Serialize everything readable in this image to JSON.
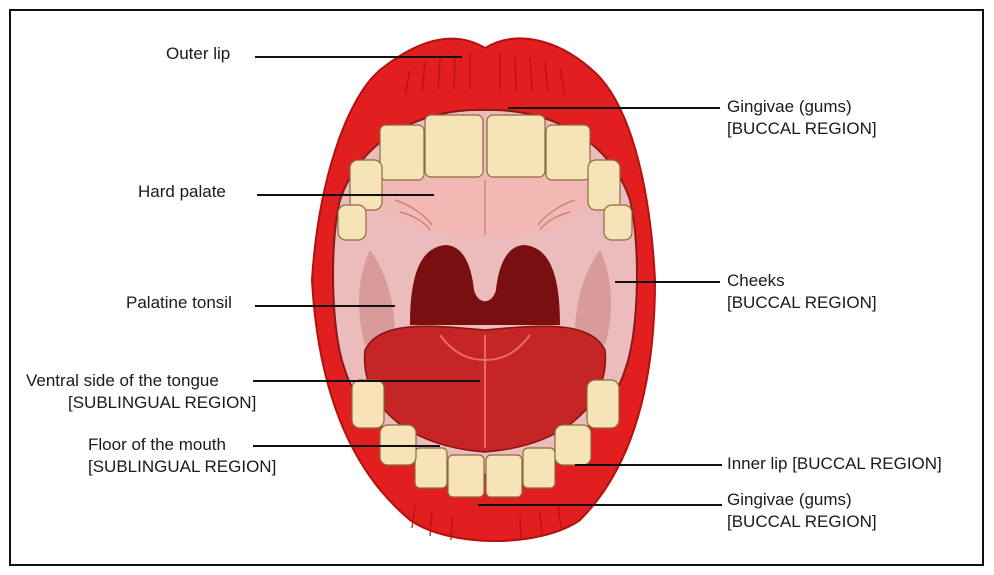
{
  "colors": {
    "lip": "#e21f1f",
    "lip_dark": "#b51010",
    "teeth": "#f6e4b8",
    "palate": "#f2b8b3",
    "cheek": "#ecbcbc",
    "throat": "#7a0f0f",
    "tongue": "#c52525",
    "leader": "#111111"
  },
  "labels": {
    "outer_lip": {
      "line1": "Outer lip"
    },
    "hard_palate": {
      "line1": "Hard palate"
    },
    "palatine_tonsil": {
      "line1": "Palatine tonsil"
    },
    "ventral_tongue": {
      "line1": "Ventral side of the tongue",
      "line2": "[SUBLINGUAL REGION]"
    },
    "floor_mouth": {
      "line1": "Floor of the mouth",
      "line2": "[SUBLINGUAL REGION]"
    },
    "gingivae_upper": {
      "line1": "Gingivae (gums)",
      "line2": "[BUCCAL REGION]"
    },
    "cheeks": {
      "line1": "Cheeks",
      "line2": "[BUCCAL REGION]"
    },
    "inner_lip": {
      "line1": "Inner lip [BUCCAL REGION]"
    },
    "gingivae_lower": {
      "line1": "Gingivae (gums)",
      "line2": "[BUCCAL REGION]"
    }
  }
}
